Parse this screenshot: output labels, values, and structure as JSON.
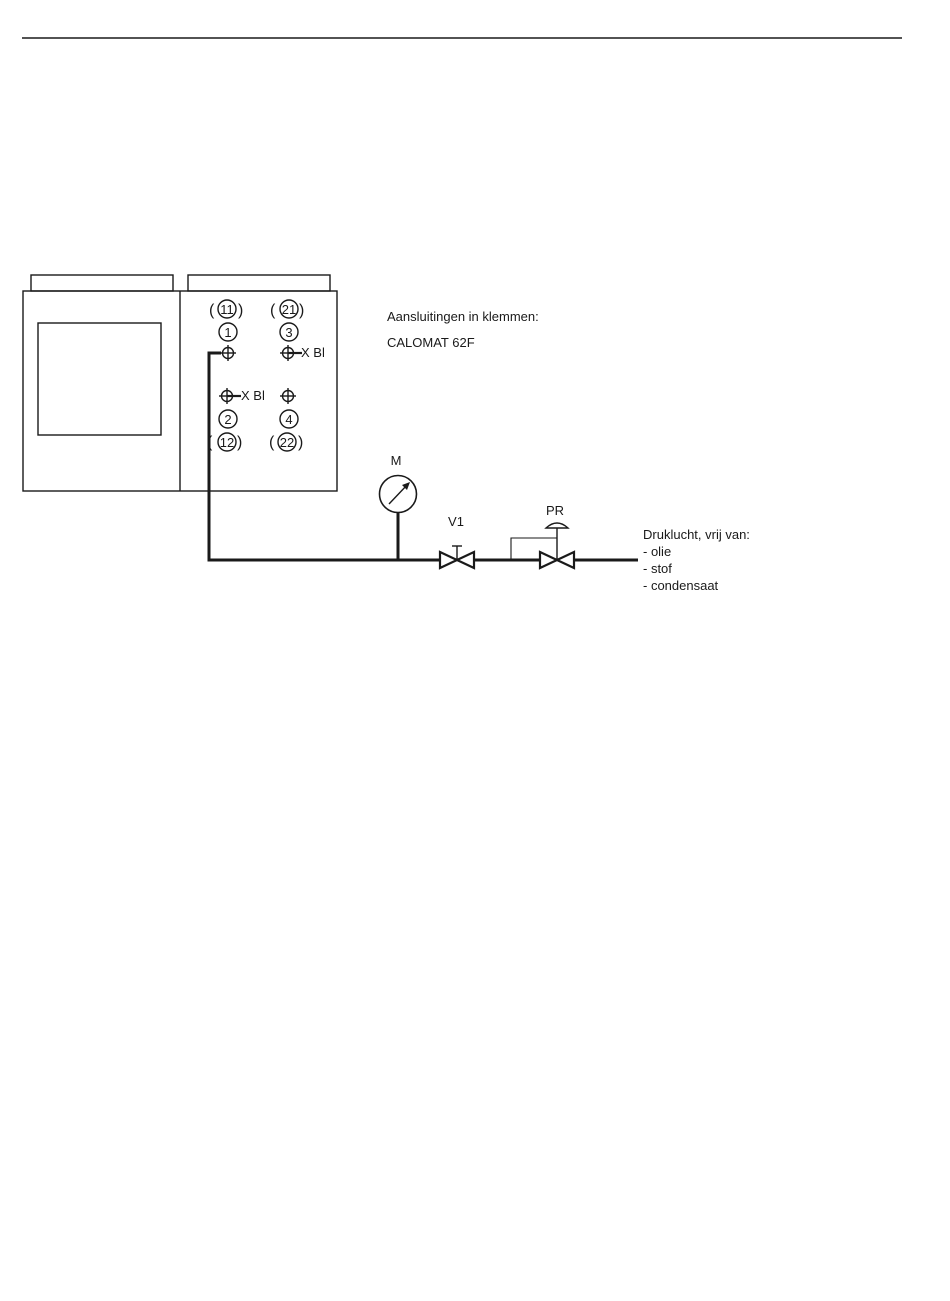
{
  "terminals": {
    "t11": "11",
    "t21": "21",
    "t1": "1",
    "t3": "3",
    "t2": "2",
    "t4": "4",
    "t12": "12",
    "t22": "22",
    "paren_open": "(",
    "paren_close": ")"
  },
  "blind_labels": {
    "top": "X Bl",
    "middle": "X Bl"
  },
  "notes": {
    "connections_title": "Aansluitingen in klemmen:",
    "device_name": "CALOMAT 62F"
  },
  "instruments": {
    "manometer": "M",
    "valve": "V1",
    "pressure_regulator": "PR"
  },
  "supply": {
    "title": "Druklucht, vrij van:",
    "items": [
      "- olie",
      "- stof",
      "- condensaat"
    ]
  }
}
